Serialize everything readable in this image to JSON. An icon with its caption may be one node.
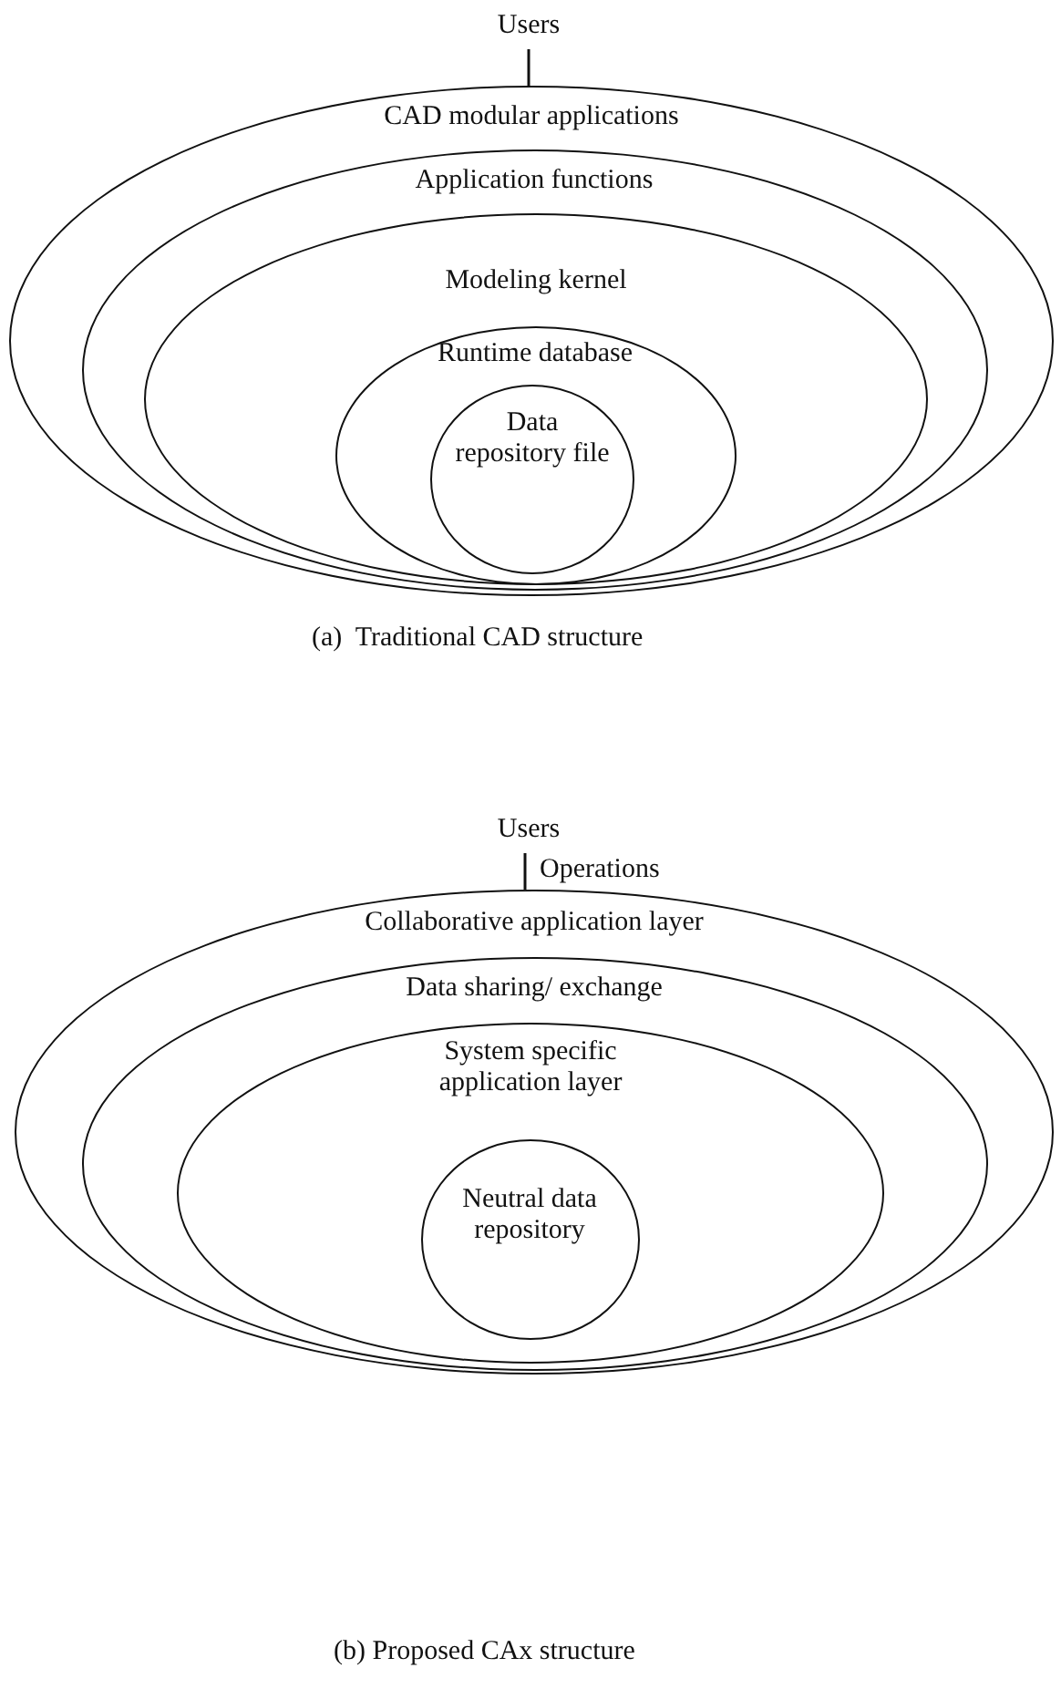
{
  "diagram": {
    "nodes": [
      {
        "text": [
          "Users"
        ]
      },
      {
        "text": [
          "CAD modular applications"
        ]
      },
      {
        "text": [
          "Application functions"
        ],
        "in": 1
      },
      {
        "text": [
          "Modeling kernel"
        ],
        "in": 2
      },
      {
        "text": [
          "Runtime database"
        ],
        "in": 3
      },
      {
        "text": [
          "Data repository file"
        ],
        "in": 4
      },
      {
        "text": [
          "Users"
        ]
      },
      {
        "text": [
          "Collaborative application layer"
        ]
      },
      {
        "text": [
          "Data sharing/ exchange"
        ],
        "in": 7
      },
      {
        "text": [
          "System specific application layer"
        ],
        "in": 8
      },
      {
        "text": [
          "Neutral data repository"
        ],
        "in": 9
      }
    ],
    "edges": [
      {
        "from": 0,
        "to": 1,
        "arrow": "none"
      },
      {
        "from": 6,
        "to": 7,
        "arrow": "none",
        "label": "Operations"
      }
    ],
    "labels": [
      "(a)  Traditional CAD structure",
      "(b) Proposed CAx structure"
    ]
  }
}
